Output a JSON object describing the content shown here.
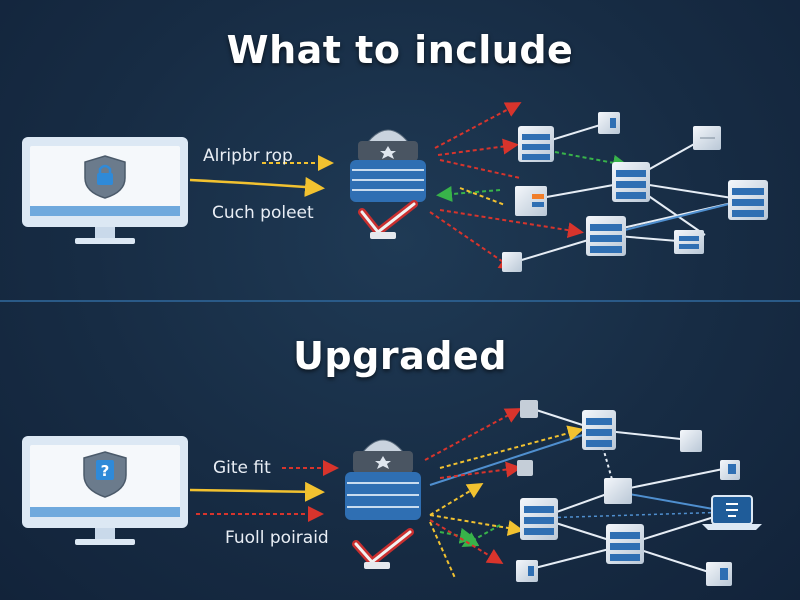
{
  "top": {
    "title": "What to include",
    "label_1": "Alripbr rop",
    "label_2": "Cuch poleet"
  },
  "bottom": {
    "title": "Upgraded",
    "label_1": "Gite fit",
    "label_2": "Fuoll poiraid"
  },
  "colors": {
    "background": "#172c44",
    "monitor_frame": "#dce8f4",
    "monitor_stand": "#c9d9ea",
    "screen_blue": "#6fa9dd",
    "server_blue": "#2f6fb3",
    "node_white": "#e8eef5",
    "link_white": "#e6edf5",
    "link_blue": "#4f8fcf",
    "arrow_red": "#d8342c",
    "arrow_green": "#38b34a",
    "arrow_yellow": "#f2c230",
    "check_red": "#c92f2f",
    "divider": "#2c5f8f"
  }
}
